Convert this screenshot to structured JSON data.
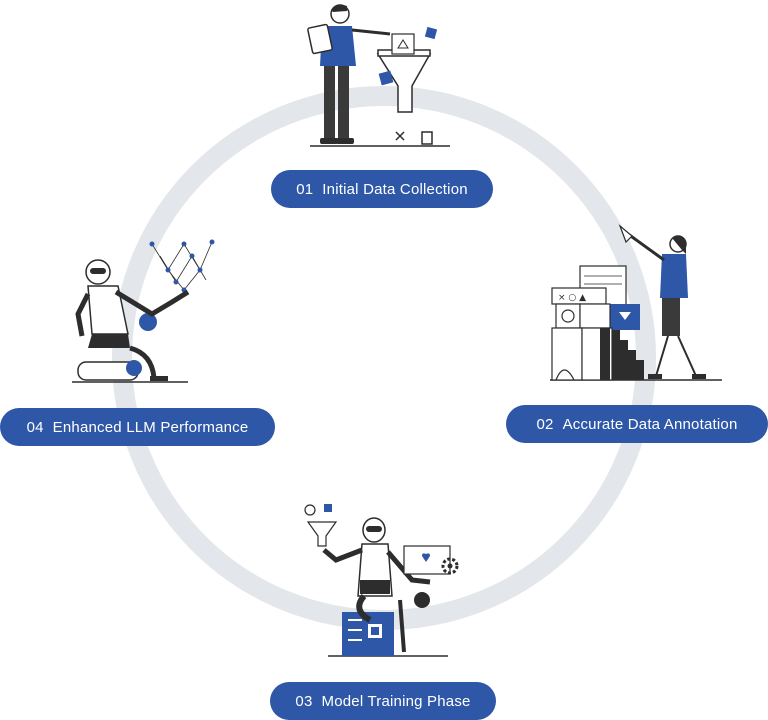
{
  "colors": {
    "accent": "#2f57a7",
    "ring": "#e3e6ea",
    "ink": "#2d2d2d",
    "pill_text": "#ffffff"
  },
  "stages": [
    {
      "number": "01",
      "label": "Initial Data Collection",
      "illustration": "person-feeding-data-funnel"
    },
    {
      "number": "02",
      "label": "Accurate Data Annotation",
      "illustration": "person-stacking-blocks"
    },
    {
      "number": "03",
      "label": "Model Training Phase",
      "illustration": "robot-filtering-data"
    },
    {
      "number": "04",
      "label": "Enhanced LLM Performance",
      "illustration": "robot-with-neural-network"
    }
  ]
}
